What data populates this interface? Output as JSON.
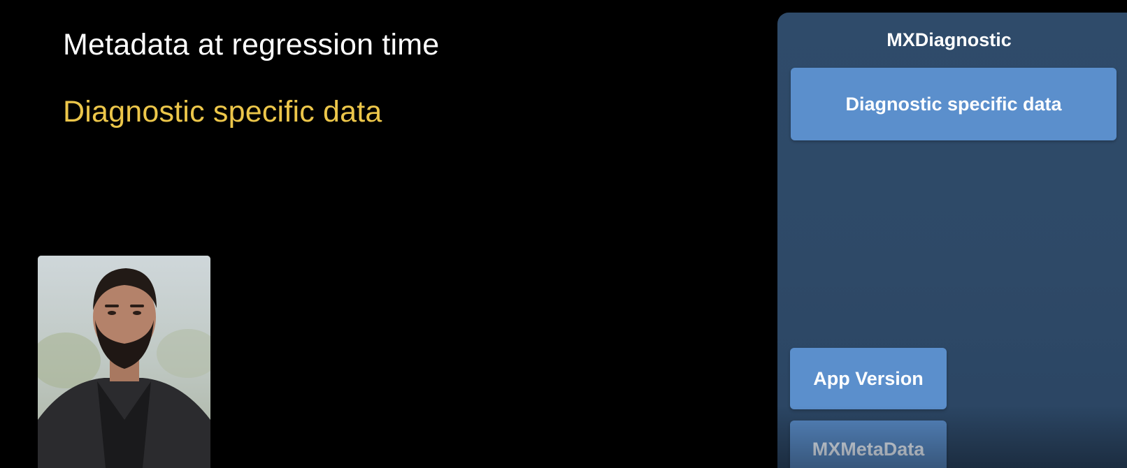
{
  "slide": {
    "title": "Metadata at regression time",
    "subtitle": "Diagnostic specific data",
    "subtitle_color": "#ecc64a"
  },
  "presenter": {
    "description_icon": "person-video-icon"
  },
  "diagram": {
    "container_label": "MXDiagnostic",
    "container_color": "#2f4b6a",
    "block_color": "#5b8fcc",
    "blocks": [
      {
        "label": "Diagnostic specific data"
      },
      {
        "label": "App Version"
      },
      {
        "label": "MXMetaData"
      }
    ]
  }
}
